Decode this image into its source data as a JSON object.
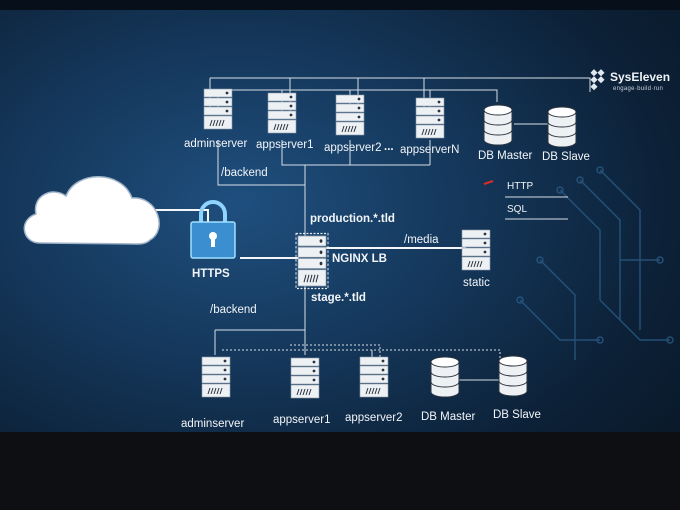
{
  "brand": {
    "name": "SysEleven",
    "tagline": "engage·build·run"
  },
  "production": {
    "servers": [
      "adminserver",
      "appserver1",
      "appserver2",
      "appserverN"
    ],
    "ellipsis": "...",
    "databases": [
      "DB Master",
      "DB Slave"
    ],
    "route_backend": "/backend",
    "hostname": "production.*.tld"
  },
  "gateway": {
    "https_label": "HTTPS",
    "lb_label": "NGINX LB",
    "route_media": "/media",
    "static_label": "static"
  },
  "stage": {
    "servers": [
      "adminserver",
      "appserver1",
      "appserver2"
    ],
    "databases": [
      "DB Master",
      "DB Slave"
    ],
    "route_backend": "/backend",
    "hostname": "stage.*.tld"
  },
  "legend": {
    "http": "HTTP",
    "sql": "SQL",
    "http_color": "#e02a2a"
  },
  "icons": [
    "cloud-icon",
    "lock-icon",
    "server-icon",
    "database-icon"
  ]
}
